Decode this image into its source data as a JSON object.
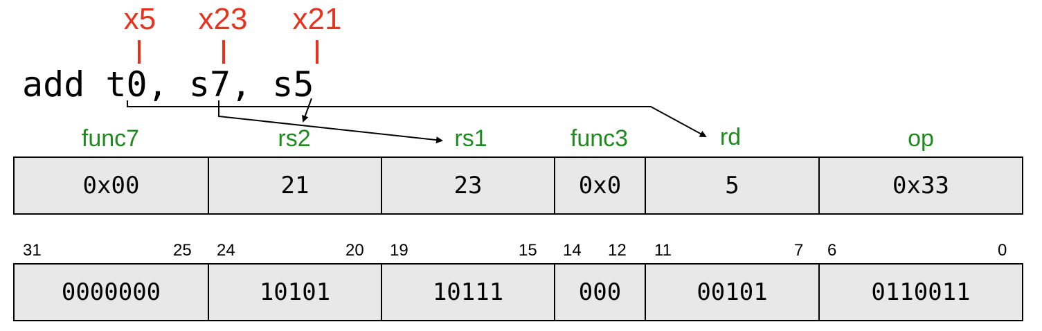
{
  "register_numbers": {
    "rd": "x5",
    "rs1": "x23",
    "rs2": "x21"
  },
  "instruction": {
    "mnemonic": "add",
    "rd": "t0",
    "rs1": "s7",
    "rs2": "s5",
    "sep1": ",",
    "sep2": ","
  },
  "field_names": {
    "func7": "func7",
    "rs2": "rs2",
    "rs1": "rs1",
    "func3": "func3",
    "rd": "rd",
    "op": "op"
  },
  "value_row": {
    "func7": "0x00",
    "rs2": "21",
    "rs1": "23",
    "func3": "0x0",
    "rd": "5",
    "op": "0x33"
  },
  "bit_ranges": {
    "func7": {
      "hi": "31",
      "lo": "25"
    },
    "rs2": {
      "hi": "24",
      "lo": "20"
    },
    "rs1": {
      "hi": "19",
      "lo": "15"
    },
    "func3": {
      "hi": "14",
      "lo": "12"
    },
    "rd": {
      "hi": "11",
      "lo": "7"
    },
    "op": {
      "hi": "6",
      "lo": "0"
    }
  },
  "binary_row": {
    "func7": "0000000",
    "rs2": "10101",
    "rs1": "10111",
    "func3": "000",
    "rd": "00101",
    "op": "0110011"
  },
  "colors": {
    "register_numbers": "#e8321e",
    "field_names": "#1e8a1e",
    "cell_fill": "#e8e8e8"
  }
}
